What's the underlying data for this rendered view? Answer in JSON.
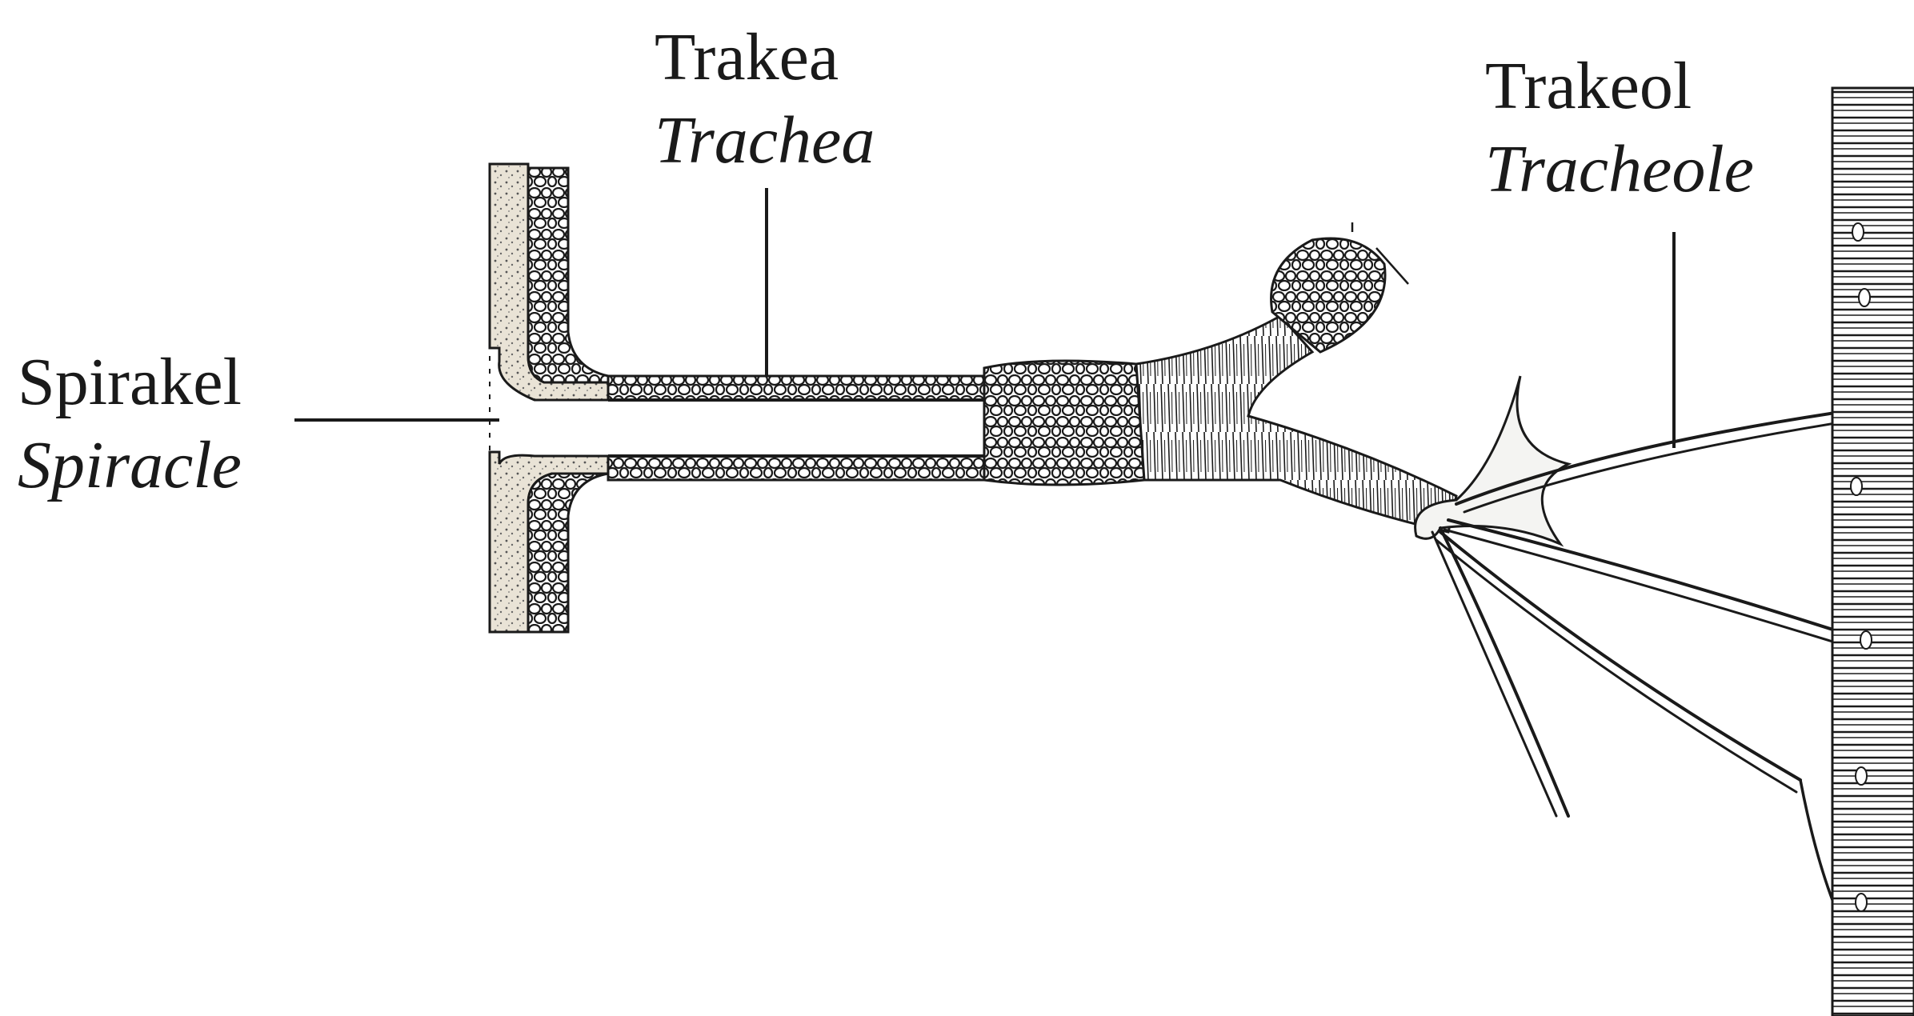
{
  "labels": {
    "trachea": {
      "id": "Trakea",
      "en": "Trachea"
    },
    "tracheole": {
      "id": "Trakeol",
      "en": "Tracheole"
    },
    "spiracle": {
      "id": "Spirakel",
      "en": "Spiracle"
    }
  },
  "colors": {
    "ink": "#1a1a1a",
    "background": "#ffffff",
    "stipple": "#d9d2c4"
  }
}
